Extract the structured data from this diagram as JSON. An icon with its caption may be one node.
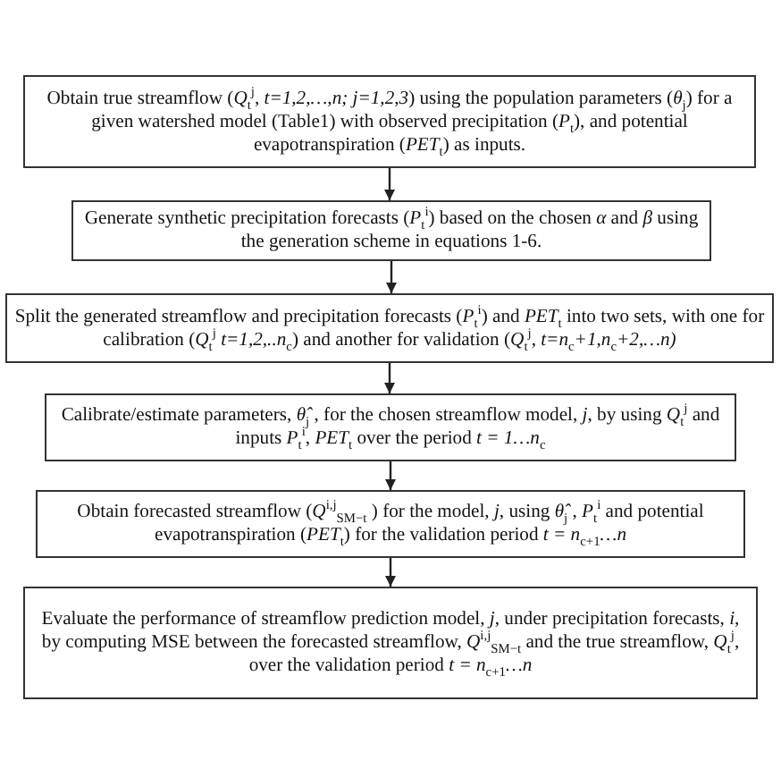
{
  "diagram": {
    "nodes": [
      {
        "text": [
          "Obtain true streamflow (*Q*$_{t}$$^{j}$, *t=1,2,…,n; j=1,2,3*) using the population parameters (*θ*$_{j}$) for a given watershed model (Table1) with observed precipitation (*P*$_{t}$), and potential evapotranspiration (*PET*$_{t}$) as inputs."
        ]
      },
      {
        "text": [
          "Generate synthetic precipitation forecasts (*P*$_{t}$$^{i}$) based on the chosen *α* and *β* using the generation scheme in equations 1-6."
        ]
      },
      {
        "text": [
          "Split the generated streamflow and precipitation forecasts (*P*$_{t}$$^{i}$) and *PET*$_{t}$ into two sets, with one for calibration (*Q*$_{t}$$^{j}$ *t=1,2,..n*$_{c}$) and another for validation (*Q*$_{t}$$^{j}$, *t=n*$_{c}$*+1,n*$_{c}$*+2,…n)*"
        ]
      },
      {
        "text": [
          "Calibrate/estimate parameters, *θ̂*$_{j}$ , for the chosen streamflow model, *j*, by using *Q*$_{t}$$^{j}$ and inputs *P*$_{t}$$^{i}$, *PET*$_{t}$ over the period *t = 1…n*$_{c}$"
        ]
      },
      {
        "text": [
          "Obtain forecasted streamflow (*Q*$^{i,j}$$_{SM−t}$ ) for the model, *j*, using *θ̂*$_{j}$ , *P*$_{t}$$^{i}$ and potential evapotranspiration (*PET*$_{t}$) for the validation period *t = n*$_{c+1}$*…n*"
        ]
      },
      {
        "text": [
          "Evaluate the performance of streamflow prediction model, *j*, under precipitation forecasts, *i*, by computing MSE between the forecasted streamflow, *Q*$^{i,j}$$_{SM−t}$ and the true streamflow, *Q*$_{t}$$^{j}$, over the validation period *t = n*$_{c+1}$*…n*"
        ]
      }
    ],
    "edges": [
      {
        "from": 0,
        "to": 1,
        "arrow": "to"
      },
      {
        "from": 1,
        "to": 2,
        "arrow": "to"
      },
      {
        "from": 2,
        "to": 3,
        "arrow": "to"
      },
      {
        "from": 3,
        "to": 4,
        "arrow": "to"
      },
      {
        "from": 4,
        "to": 5,
        "arrow": "to"
      }
    ]
  }
}
